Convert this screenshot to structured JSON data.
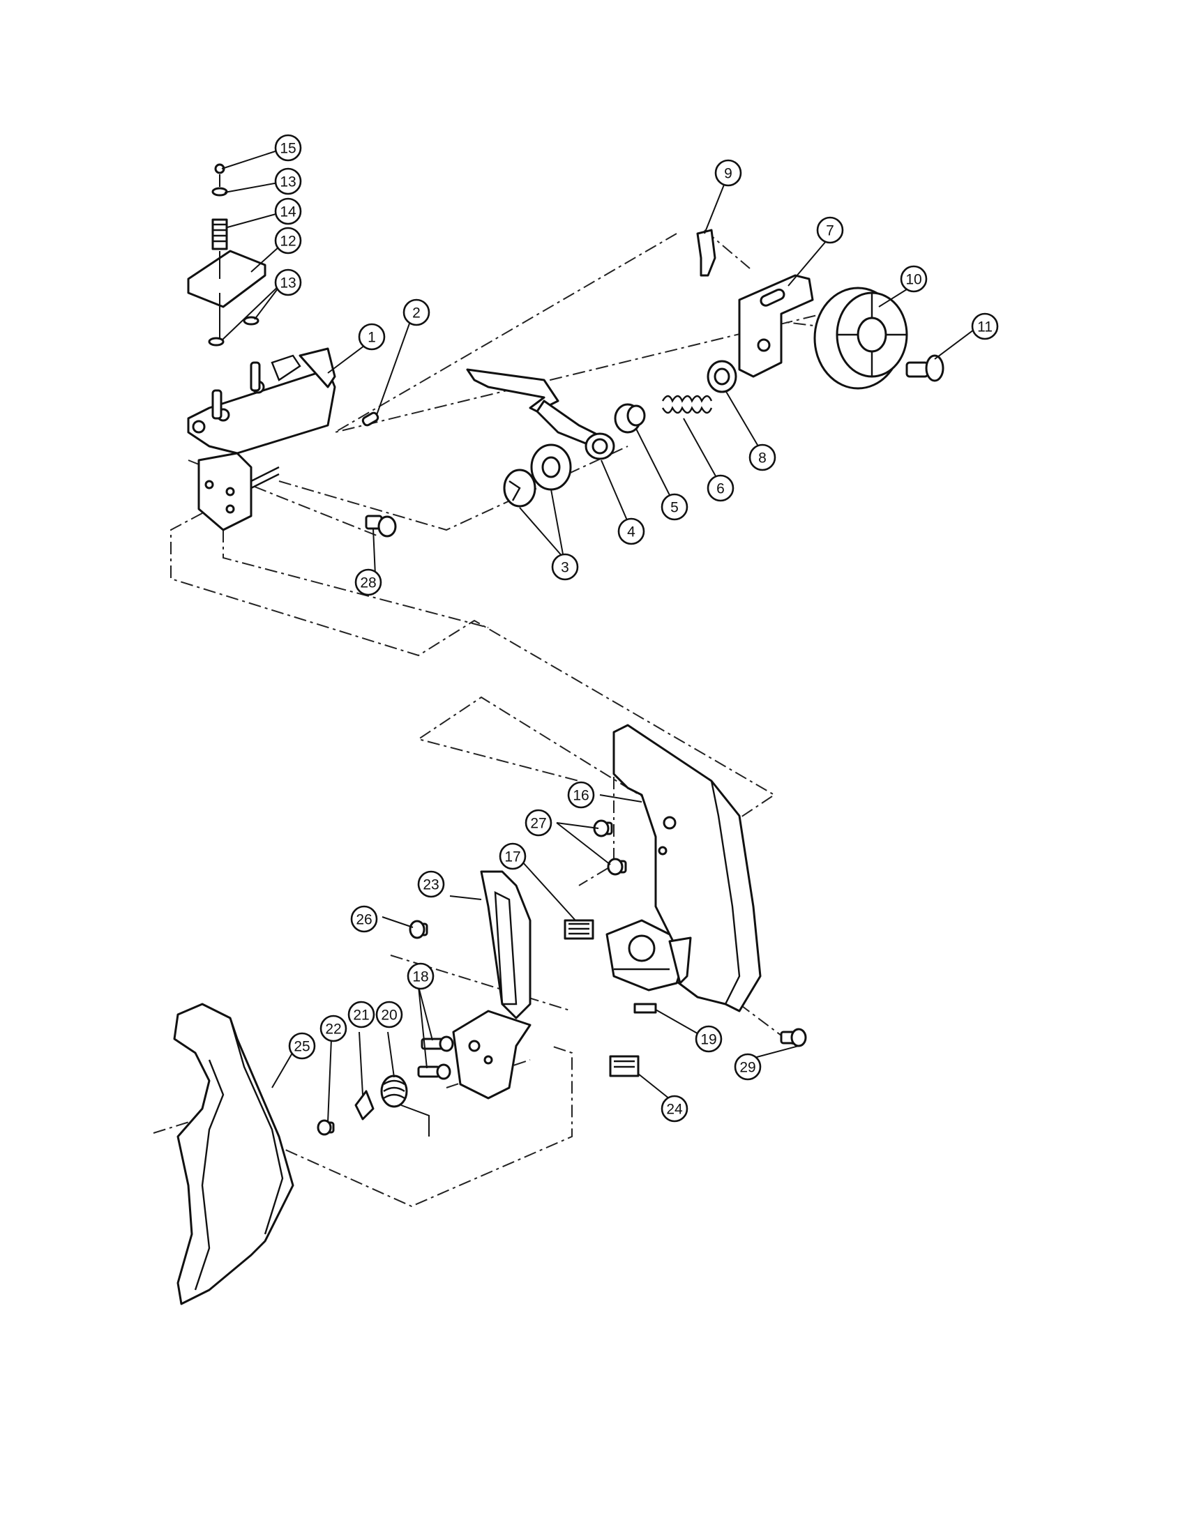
{
  "diagram": {
    "callouts": [
      {
        "id": "c1",
        "label": "1"
      },
      {
        "id": "c2",
        "label": "2"
      },
      {
        "id": "c3",
        "label": "3"
      },
      {
        "id": "c4",
        "label": "4"
      },
      {
        "id": "c5",
        "label": "5"
      },
      {
        "id": "c6",
        "label": "6"
      },
      {
        "id": "c7",
        "label": "7"
      },
      {
        "id": "c8",
        "label": "8"
      },
      {
        "id": "c9",
        "label": "9"
      },
      {
        "id": "c10",
        "label": "10"
      },
      {
        "id": "c11",
        "label": "11"
      },
      {
        "id": "c12",
        "label": "12"
      },
      {
        "id": "c13a",
        "label": "13"
      },
      {
        "id": "c13b",
        "label": "13"
      },
      {
        "id": "c14",
        "label": "14"
      },
      {
        "id": "c15",
        "label": "15"
      },
      {
        "id": "c16",
        "label": "16"
      },
      {
        "id": "c17",
        "label": "17"
      },
      {
        "id": "c18",
        "label": "18"
      },
      {
        "id": "c19",
        "label": "19"
      },
      {
        "id": "c20",
        "label": "20"
      },
      {
        "id": "c21",
        "label": "21"
      },
      {
        "id": "c22",
        "label": "22"
      },
      {
        "id": "c23",
        "label": "23"
      },
      {
        "id": "c24",
        "label": "24"
      },
      {
        "id": "c25",
        "label": "25"
      },
      {
        "id": "c26",
        "label": "26"
      },
      {
        "id": "c27",
        "label": "27"
      },
      {
        "id": "c28",
        "label": "28"
      },
      {
        "id": "c29",
        "label": "29"
      }
    ]
  }
}
